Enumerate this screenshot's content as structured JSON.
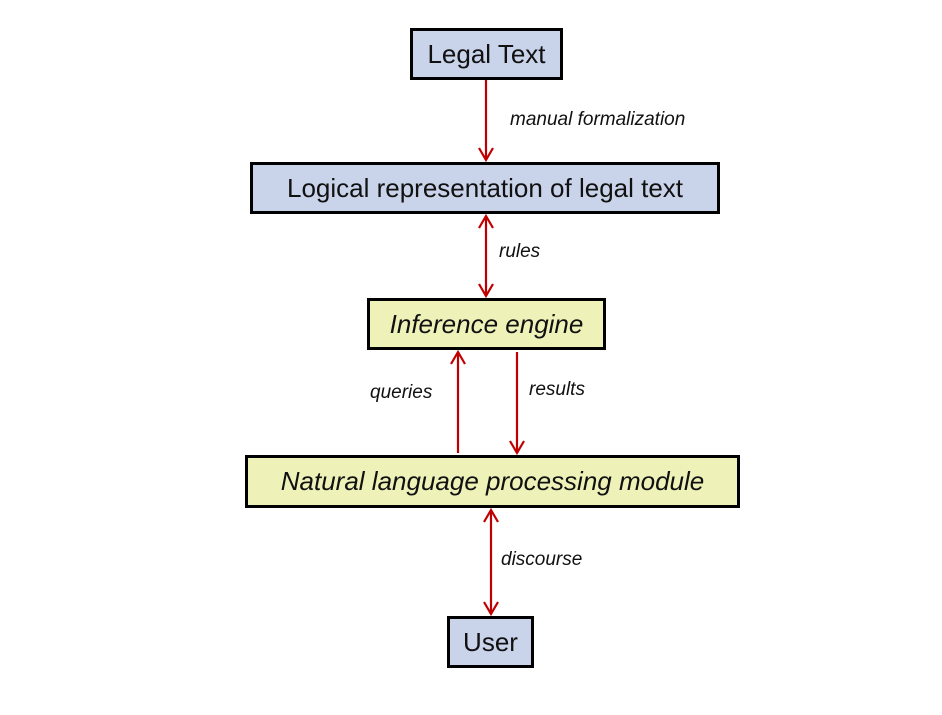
{
  "diagram": {
    "nodes": {
      "legal_text": "Legal Text",
      "logical_representation": "Logical representation of legal text",
      "inference_engine": "Inference engine",
      "nlp_module": "Natural language processing module",
      "user": "User"
    },
    "edges": {
      "manual_formalization": "manual formalization",
      "rules": "rules",
      "queries": "queries",
      "results": "results",
      "discourse": "discourse"
    },
    "colors": {
      "knowledge_box_fill": "#c9d3ea",
      "processing_box_fill": "#eef2b8",
      "box_border": "#000000",
      "arrow": "#c00000"
    }
  }
}
